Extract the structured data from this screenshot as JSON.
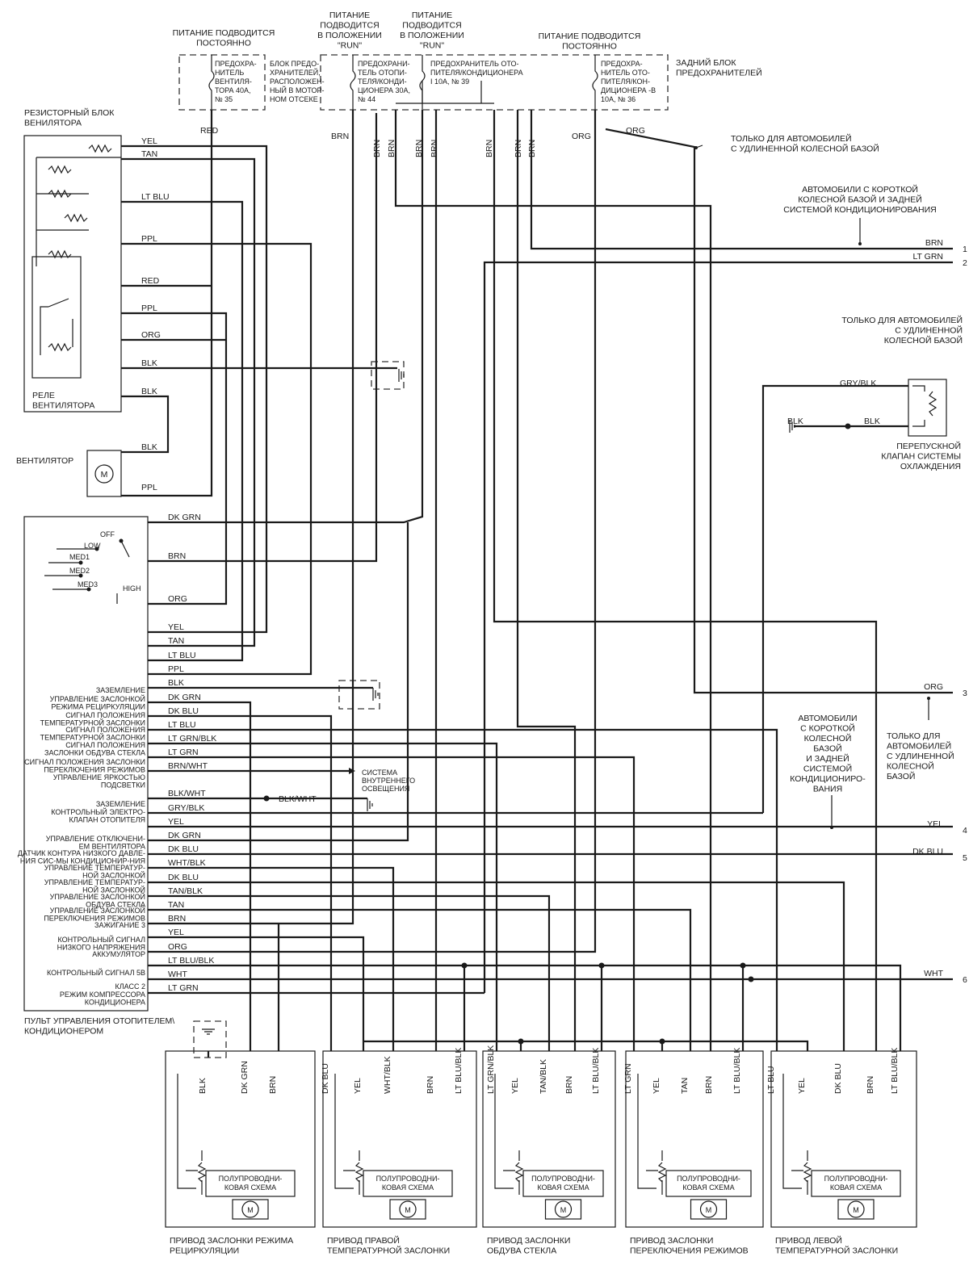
{
  "top": {
    "power_const_1": [
      "ПИТАНИЕ ПОДВОДИТСЯ",
      "ПОСТОЯННО"
    ],
    "power_run_1": [
      "ПИТАНИЕ",
      "ПОДВОДИТСЯ",
      "В ПОЛОЖЕНИИ",
      "\"RUN\""
    ],
    "power_run_2": [
      "ПИТАНИЕ",
      "ПОДВОДИТСЯ",
      "В ПОЛОЖЕНИИ",
      "\"RUN\""
    ],
    "power_const_2": [
      "ПИТАНИЕ ПОДВОДИТСЯ",
      "ПОСТОЯННО"
    ],
    "fuse_35": [
      "ПРЕДОХРА-",
      "НИТЕЛЬ",
      "ВЕНТИЛЯ-",
      "ТОРА 40А,",
      "№ 35"
    ],
    "engine_fuse_block": [
      "БЛОК ПРЕДО-",
      "ХРАНИТЕЛЕЙ,",
      "РАСПОЛОЖЕН-",
      "НЫЙ В МОТОР-",
      "НОМ ОТСЕКЕ"
    ],
    "fuse_44": [
      "ПРЕДОХРАНИ-",
      "ТЕЛЬ ОТОПИ-",
      "ТЕЛЯ/КОНДИ-",
      "ЦИОНЕРА 30А,",
      "№ 44"
    ],
    "fuse_39": [
      "ПРЕДОХРАНИТЕЛЬ ОТО-",
      "ПИТЕЛЯ/КОНДИЦИОНЕРА",
      "I 10А, № 39"
    ],
    "fuse_36": [
      "ПРЕДОХРА-",
      "НИТЕЛЬ ОТО-",
      "ПИТЕЛЯ/КОН-",
      "ДИЦИОНЕРА -В",
      "10А, № 36"
    ],
    "rear_fuse_block": [
      "ЗАДНИЙ БЛОК",
      "ПРЕДОХРАНИТЕЛЕЙ"
    ]
  },
  "supply_wires": [
    "RED",
    "BRN",
    "BRN",
    "BRN",
    "BRN",
    "BRN",
    "BRN",
    "BRN",
    "BRN",
    "ORG",
    "ORG"
  ],
  "blower": {
    "resistor_title": [
      "РЕЗИСТОРНЫЙ БЛОК",
      "ВЕНИЛЯТОРА"
    ],
    "relay_title": [
      "РЕЛЕ",
      "ВЕНТИЛЯТОРА"
    ],
    "fan_label": [
      "ВЕНТИЛЯТОР"
    ],
    "motor_symbol": "M",
    "resistor_wires": [
      "YEL",
      "TAN",
      "LT BLU",
      "PPL",
      "RED",
      "PPL",
      "ORG",
      "BLK",
      "BLK"
    ],
    "fan_wires": [
      "BLK",
      "PPL"
    ]
  },
  "panel": {
    "title": [
      "ПУЛЬТ УПРАВЛЕНИЯ ОТОПИТЕЛЕМ\\",
      "КОНДИЦИОНЕРОМ"
    ],
    "switch_positions": [
      "OFF",
      "LOW",
      "MED1",
      "MED2",
      "MED3",
      "HIGH"
    ],
    "top_wires": [
      "DK GRN",
      "BRN",
      "ORG",
      "YEL",
      "TAN",
      "LT BLU",
      "PPL"
    ],
    "connector_labels": [
      [
        "ЗАЗЕМЛЕНИЕ"
      ],
      [
        "УПРАВЛЕНИЕ ЗАСЛОНКОЙ",
        "РЕЖИМА РЕЦИРКУЛЯЦИИ"
      ],
      [
        "СИГНАЛ ПОЛОЖЕНИЯ",
        "ТЕМПЕРАТУРНОЙ ЗАСЛОНКИ"
      ],
      [
        "СИГНАЛ ПОЛОЖЕНИЯ",
        "ТЕМПЕРАТУРНОЙ ЗАСЛОНКИ"
      ],
      [
        "СИГНАЛ ПОЛОЖЕНИЯ",
        "ЗАСЛОНКИ ОБДУВА СТЕКЛА"
      ],
      [
        "СИГНАЛ ПОЛОЖЕНИЯ ЗАСЛОНКИ",
        "ПЕРЕКЛЮЧЕНИЯ РЕЖИМОВ"
      ],
      [
        "УПРАВЛЕНИЕ ЯРКОСТЬЮ",
        "ПОДСВЕТКИ"
      ],
      [
        "ЗАЗЕМЛЕНИЕ"
      ],
      [
        "КОНТРОЛЬНЫЙ ЭЛЕКТРО-",
        "КЛАПАН ОТОПИТЕЛЯ"
      ],
      [
        "УПРАВЛЕНИЕ ОТКЛЮЧЕНИ-",
        "ЕМ ВЕНТИЛЯТОРА"
      ],
      [
        "ДАТЧИК КОНТУРА НИЗКОГО ДАВЛЕ-",
        "НИЯ СИС-МЫ КОНДИЦИОНИР-НИЯ"
      ],
      [
        "УПРАВЛЕНИЕ ТЕМПЕРАТУР-",
        "НОЙ ЗАСЛОНКОЙ"
      ],
      [
        "УПРАВЛЕНИЕ ТЕМПЕРАТУР-",
        "НОЙ ЗАСЛОНКОЙ"
      ],
      [
        "УПРАВЛЕНИЕ ЗАСЛОНКОЙ",
        "ОБДУВА СТЕКЛА"
      ],
      [
        "УПРАВЛЕНИЕ ЗАСЛОНКОЙ",
        "ПЕРЕКЛЮЧЕНИЯ РЕЖИМОВ"
      ],
      [
        "ЗАЖИГАНИЕ 3"
      ],
      [
        "КОНТРОЛЬНЫЙ СИГНАЛ",
        "НИЗКОГО НАПРЯЖЕНИЯ"
      ],
      [
        "АККУМУЛЯТОР"
      ],
      [
        "КОНТРОЛЬНЫЙ СИГНАЛ 5В"
      ],
      [
        "КЛАСС 2"
      ],
      [
        "РЕЖИМ КОМПРЕССОРА",
        "КОНДИЦИОНЕРА"
      ]
    ],
    "wires": [
      "BLK",
      "DK GRN",
      "DK BLU",
      "LT BLU",
      "LT GRN/BLK",
      "LT GRN",
      "BRN/WHT",
      "BLK/WHT",
      "GRY/BLK",
      "YEL",
      "DK GRN",
      "DK BLU",
      "WHT/BLK",
      "DK BLU",
      "TAN/BLK",
      "TAN",
      "BRN",
      "YEL",
      "ORG",
      "LT BLU/BLK",
      "WHT",
      "LT GRN"
    ],
    "ground_wire_2": "BLK/WHT",
    "lighting": [
      "СИСТЕМА",
      "ВНУТРЕННЕГО",
      "ОСВЕЩЕНИЯ"
    ]
  },
  "right": {
    "long_wb_1": [
      "ТОЛЬКО ДЛЯ АВТОМОБИЛЕЙ",
      "С УДЛИНЕННОЙ КОЛЕСНОЙ БАЗОЙ"
    ],
    "short_wb_1": [
      "АВТОМОБИЛИ С КОРОТКОЙ",
      "КОЛЕСНОЙ БАЗОЙ И ЗАДНЕЙ",
      "СИСТЕМОЙ КОНДИЦИОНИРОВАНИЯ"
    ],
    "long_wb_2": [
      "ТОЛЬКО ДЛЯ АВТОМОБИЛЕЙ",
      "С УДЛИНЕННОЙ",
      "КОЛЕСНОЙ БАЗОЙ"
    ],
    "bypass_valve": [
      "ПЕРЕПУСКНОЙ",
      "КЛАПАН СИСТЕМЫ",
      "ОХЛАЖДЕНИЯ"
    ],
    "valve_wires": [
      "GRY/BLK",
      "BLK",
      "BLK"
    ],
    "long_wb_3": [
      "ТОЛЬКО ДЛЯ",
      "АВТОМОБИЛЕЙ",
      "С УДЛИНЕННОЙ",
      "КОЛЕСНОЙ",
      "БАЗОЙ"
    ],
    "short_wb_2": [
      "АВТОМОБИЛИ",
      "С КОРОТКОЙ",
      "КОЛЕСНОЙ",
      "БАЗОЙ",
      "И ЗАДНЕЙ",
      "СИСТЕМОЙ",
      "КОНДИЦИОНИРО-",
      "ВАНИЯ"
    ],
    "outputs": [
      {
        "wire": "BRN",
        "num": "1"
      },
      {
        "wire": "LT GRN",
        "num": "2"
      },
      {
        "wire": "ORG",
        "num": "3"
      },
      {
        "wire": "YEL",
        "num": "4"
      },
      {
        "wire": "DK BLU",
        "num": "5"
      },
      {
        "wire": "WHT",
        "num": "6"
      }
    ]
  },
  "actuators": [
    {
      "caption": [
        "ПРИВОД ЗАСЛОНКИ РЕЖИМА",
        "РЕЦИРКУЛЯЦИИ"
      ],
      "chip": [
        "ПОЛУПРОВОДНИ-",
        "КОВАЯ СХЕМА"
      ],
      "motor": "M",
      "wires": [
        "BLK",
        "DK GRN",
        "BRN"
      ]
    },
    {
      "caption": [
        "ПРИВОД ПРАВОЙ",
        "ТЕМПЕРАТУРНОЙ ЗАСЛОНКИ"
      ],
      "chip": [
        "ПОЛУПРОВОДНИ-",
        "КОВАЯ СХЕМА"
      ],
      "motor": "M",
      "wires": [
        "DK BLU",
        "YEL",
        "WHT/BLK",
        "BRN",
        "LT BLU/BLK"
      ]
    },
    {
      "caption": [
        "ПРИВОД ЗАСЛОНКИ",
        "ОБДУВА СТЕКЛА"
      ],
      "chip": [
        "ПОЛУПРОВОДНИ-",
        "КОВАЯ СХЕМА"
      ],
      "motor": "M",
      "wires": [
        "LT GRN/BLK",
        "YEL",
        "TAN/BLK",
        "BRN",
        "LT BLU/BLK"
      ]
    },
    {
      "caption": [
        "ПРИВОД ЗАСЛОНКИ",
        "ПЕРЕКЛЮЧЕНИЯ РЕЖИМОВ"
      ],
      "chip": [
        "ПОЛУПРОВОДНИ-",
        "КОВАЯ СХЕМА"
      ],
      "motor": "M",
      "wires": [
        "LT GRN",
        "YEL",
        "TAN",
        "BRN",
        "LT BLU/BLK"
      ]
    },
    {
      "caption": [
        "ПРИВОД ЛЕВОЙ",
        "ТЕМПЕРАТУРНОЙ ЗАСЛОНКИ"
      ],
      "chip": [
        "ПОЛУПРОВОДНИ-",
        "КОВАЯ СХЕМА"
      ],
      "motor": "M",
      "wires": [
        "LT BLU",
        "YEL",
        "DK BLU",
        "BRN",
        "LT BLU/BLK"
      ]
    }
  ]
}
